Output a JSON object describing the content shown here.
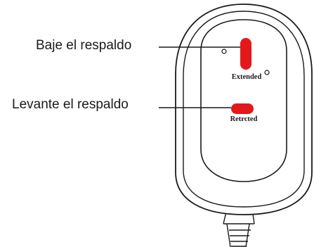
{
  "callouts": {
    "lower_backrest": "Baje el respaldo",
    "raise_backrest": "Levante el respaldo"
  },
  "remote": {
    "extend_button_caption": "Extended",
    "retract_button_caption": "Retrcted",
    "button_color": "#e3181b",
    "outline_color": "#1a1a1a"
  }
}
